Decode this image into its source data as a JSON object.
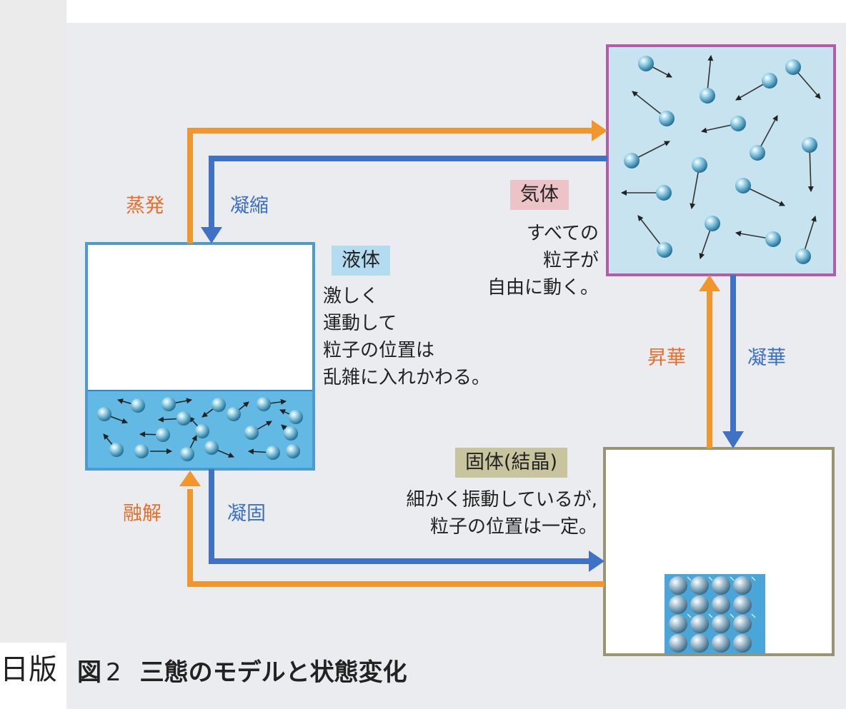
{
  "fragment_text": "日版",
  "labels": {
    "gas": "気体",
    "liquid": "液体",
    "solid": "固体(結晶)"
  },
  "descriptions": {
    "gas": [
      "すべての",
      "粒子が",
      "自由に動く。"
    ],
    "liquid": [
      "激しく",
      "運動して",
      "粒子の位置は",
      "乱雑に入れかわる。"
    ],
    "solid": [
      "細かく振動しているが,",
      "粒子の位置は一定。"
    ]
  },
  "transitions": {
    "evaporation": "蒸発",
    "condensation": "凝縮",
    "sublimation": "昇華",
    "deposition": "凝華",
    "melting": "融解",
    "freezing": "凝固"
  },
  "caption": {
    "prefix": "図",
    "number": "2",
    "title": "三態のモデルと状態変化"
  },
  "colors": {
    "orange_arrow": "#f0962d",
    "blue_arrow": "#3f72c4",
    "gas_border": "#b45ca5",
    "liquid_border": "#4a9ad6",
    "solid_border": "#9a9472",
    "gas_fill": "#c7e3ef",
    "liquid_fill": "#62b9e3",
    "gas_label_bg": "#ecc4c8",
    "liquid_label_bg": "#b4dcf0",
    "solid_label_bg": "#c8c59e",
    "orange_text": "#e86e2c",
    "blue_text": "#3b6fc0"
  }
}
